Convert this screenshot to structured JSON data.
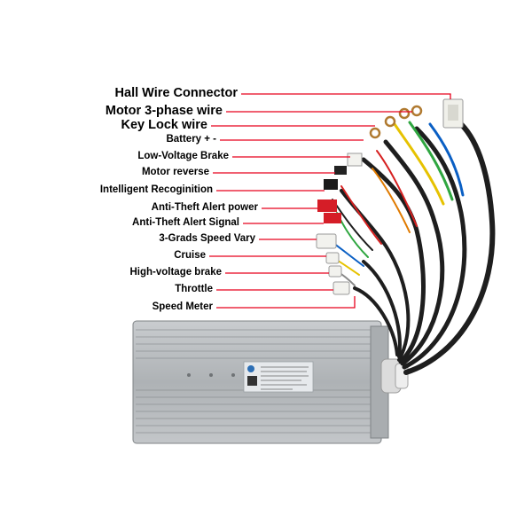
{
  "labels": [
    {
      "id": "hall",
      "text": "Hall Wire Connector",
      "size": "big"
    },
    {
      "id": "motor3",
      "text": "Motor 3-phase wire",
      "size": "big"
    },
    {
      "id": "keylock",
      "text": "Key Lock wire",
      "size": "big"
    },
    {
      "id": "battery",
      "text": "Battery +   -",
      "size": "small"
    },
    {
      "id": "lowbrake",
      "text": "Low-Voltage Brake",
      "size": "small"
    },
    {
      "id": "reverse",
      "text": "Motor reverse",
      "size": "small"
    },
    {
      "id": "intelligent",
      "text": "Intelligent Recoginition",
      "size": "small"
    },
    {
      "id": "antitheftpower",
      "text": "Anti-Theft Alert power",
      "size": "small"
    },
    {
      "id": "antitheftsignal",
      "text": "Anti-Theft Alert Signal",
      "size": "small"
    },
    {
      "id": "speedvary",
      "text": "3-Grads Speed Vary",
      "size": "small"
    },
    {
      "id": "cruise",
      "text": "Cruise",
      "size": "small"
    },
    {
      "id": "highbrake",
      "text": "High-voltage brake",
      "size": "small"
    },
    {
      "id": "throttle",
      "text": "Throttle",
      "size": "small"
    },
    {
      "id": "speedmeter",
      "text": "Speed Meter",
      "size": "small"
    }
  ],
  "colors": {
    "leader_line": "#e8001c",
    "housing": "#b8bcbf",
    "housing_dark": "#8f9497",
    "cable": "#1e1e1e"
  }
}
